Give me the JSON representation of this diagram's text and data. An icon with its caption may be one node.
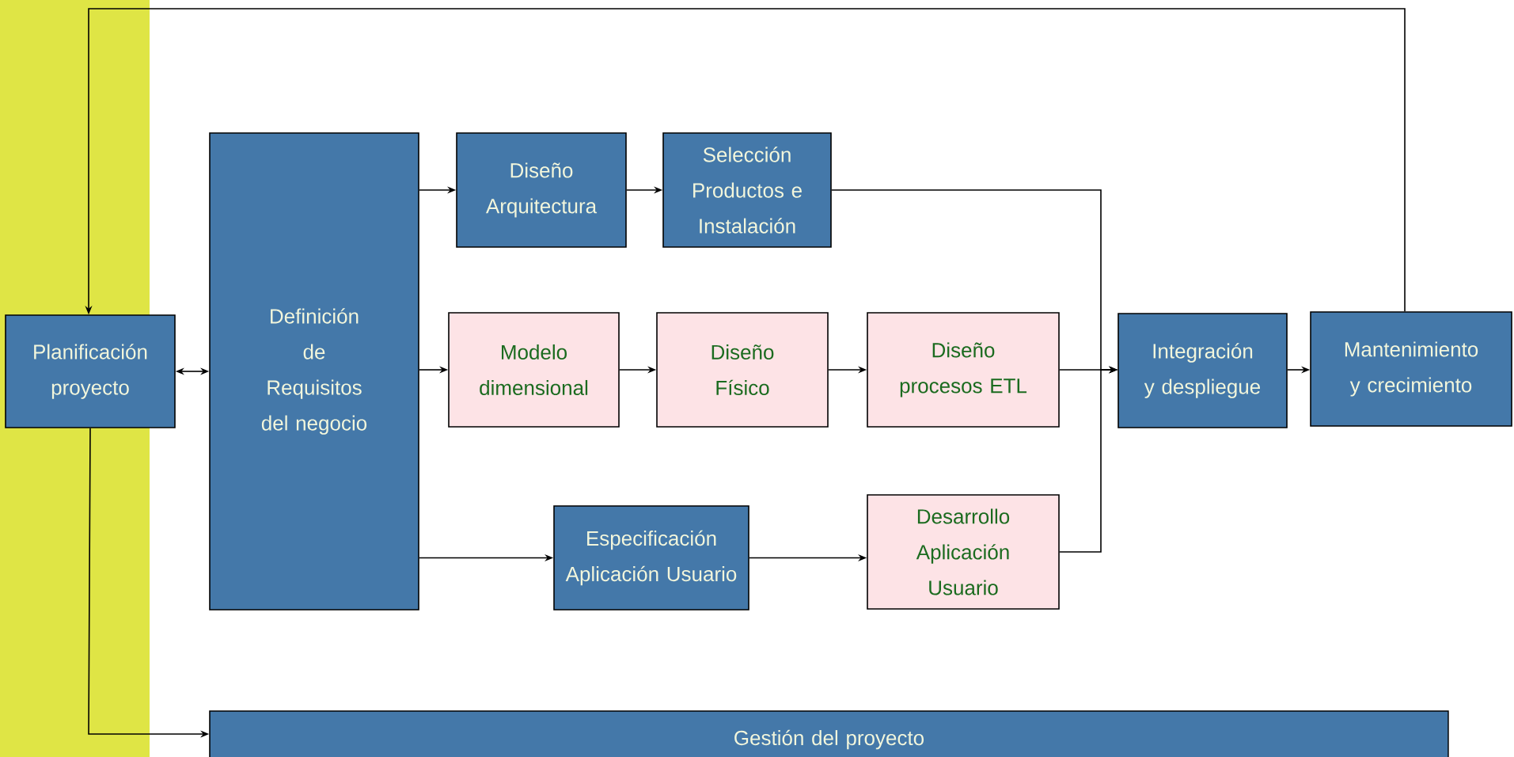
{
  "diagram": {
    "nodes": [
      {
        "text": [
          "Planificación proyecto"
        ]
      },
      {
        "text": [
          "Definición de Requisitos del negocio"
        ]
      },
      {
        "text": [
          "Diseño Arquitectura"
        ]
      },
      {
        "text": [
          "Selección Productos e Instalación"
        ]
      },
      {
        "text": [
          "Modelo dimensional"
        ]
      },
      {
        "text": [
          "Diseño Físico"
        ]
      },
      {
        "text": [
          "Diseño procesos ETL"
        ]
      },
      {
        "text": [
          "Especificación Aplicación Usuario"
        ]
      },
      {
        "text": [
          "Desarrollo Aplicación Usuario"
        ]
      },
      {
        "text": [
          "Integración y despliegue"
        ]
      },
      {
        "text": [
          "Mantenimiento y crecimiento"
        ]
      },
      {
        "text": [
          "Gestión del proyecto"
        ]
      }
    ],
    "edges": [
      {
        "from": 0,
        "to": 1,
        "arrow": "both"
      },
      {
        "from": 1,
        "to": 2,
        "arrow": "to"
      },
      {
        "from": 2,
        "to": 3,
        "arrow": "to"
      },
      {
        "from": 1,
        "to": 4,
        "arrow": "to"
      },
      {
        "from": 4,
        "to": 5,
        "arrow": "to"
      },
      {
        "from": 5,
        "to": 6,
        "arrow": "to"
      },
      {
        "from": 1,
        "to": 7,
        "arrow": "to"
      },
      {
        "from": 7,
        "to": 8,
        "arrow": "to"
      },
      {
        "from": 3,
        "to": 9,
        "arrow": "to"
      },
      {
        "from": 6,
        "to": 9,
        "arrow": "to"
      },
      {
        "from": 8,
        "to": 9,
        "arrow": "to"
      },
      {
        "from": 9,
        "to": 10,
        "arrow": "to"
      },
      {
        "from": 10,
        "to": 0,
        "arrow": "to"
      },
      {
        "from": 0,
        "to": 11,
        "arrow": "to"
      }
    ]
  }
}
